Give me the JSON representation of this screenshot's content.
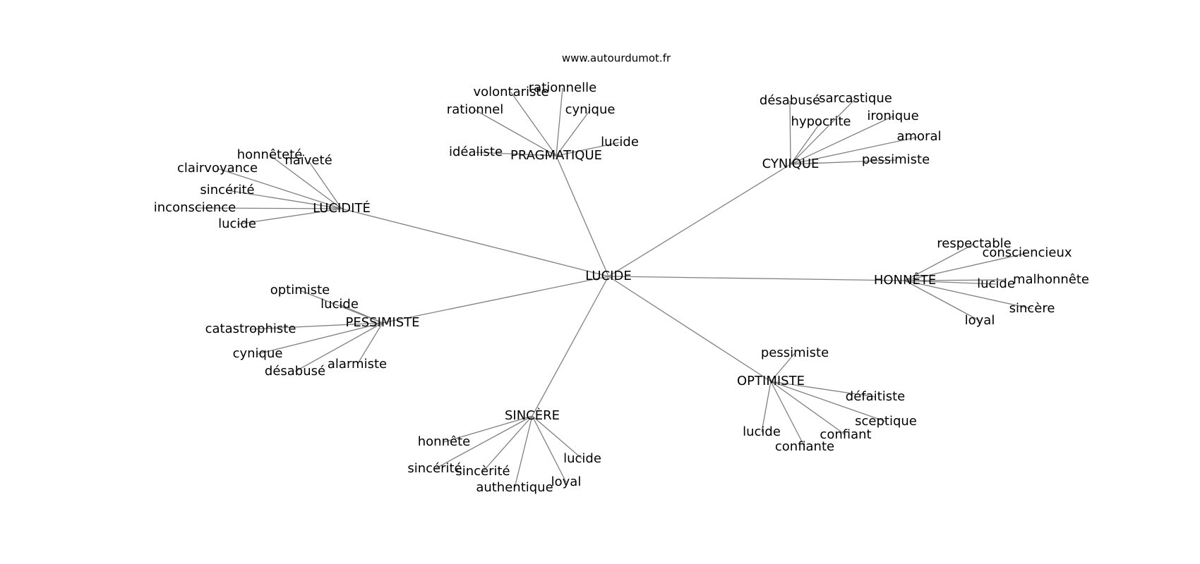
{
  "source": "www.autourdumot.fr",
  "center": "LUCIDE",
  "groups": [
    {
      "hub": "PRAGMATIQUE",
      "leaves": [
        "volontariste",
        "rationnelle",
        "rationnel",
        "cynique",
        "idéaliste",
        "lucide"
      ]
    },
    {
      "hub": "CYNIQUE",
      "leaves": [
        "désabusé",
        "sarcastique",
        "hypocrite",
        "ironique",
        "amoral",
        "pessimiste"
      ]
    },
    {
      "hub": "LUCIDITÉ",
      "leaves": [
        "honnêteté",
        "naïveté",
        "clairvoyance",
        "sincérité",
        "inconscience",
        "lucide"
      ]
    },
    {
      "hub": "HONNÊTE",
      "leaves": [
        "respectable",
        "consciencieux",
        "malhonnête",
        "lucide",
        "sincère",
        "loyal"
      ]
    },
    {
      "hub": "PESSIMISTE",
      "leaves": [
        "optimiste",
        "lucide",
        "catastrophiste",
        "cynique",
        "désabusé",
        "alarmiste"
      ]
    },
    {
      "hub": "OPTIMISTE",
      "leaves": [
        "pessimiste",
        "défaitiste",
        "sceptique",
        "confiant",
        "lucide",
        "confiante"
      ]
    },
    {
      "hub": "SINCÈRE",
      "leaves": [
        "honnête",
        "sincérité",
        "sincèrité",
        "lucide",
        "authentique",
        "loyal"
      ]
    }
  ]
}
